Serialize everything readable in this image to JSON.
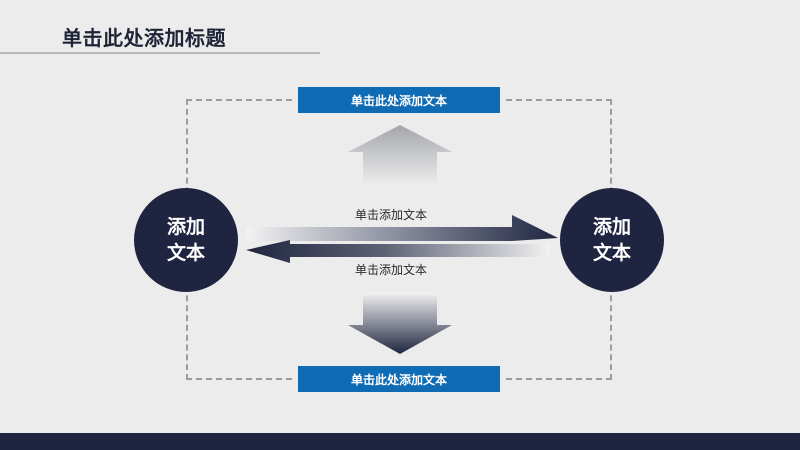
{
  "slide": {
    "title": "单击此处添加标题"
  },
  "diagram": {
    "label_top": "单击此处添加文本",
    "label_bottom": "单击此处添加文本",
    "left_node": {
      "line1": "添加",
      "line2": "文本"
    },
    "right_node": {
      "line1": "添加",
      "line2": "文本"
    },
    "arrow_right_text": "单击添加文本",
    "arrow_left_text": "单击添加文本"
  },
  "colors": {
    "accent_blue": "#0f6bb4",
    "navy": "#1f2540",
    "background": "#ececec"
  }
}
